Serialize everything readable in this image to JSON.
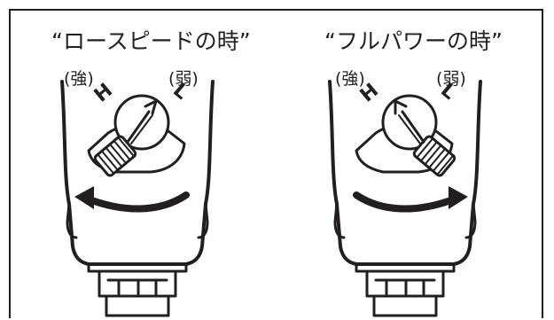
{
  "panels": [
    {
      "title": "“ロースピードの時”",
      "strong_label": "(強)",
      "weak_label": "(弱)",
      "h_mark": "H",
      "l_mark": "L"
    },
    {
      "title": "“フルパワーの時”",
      "strong_label": "(強)",
      "weak_label": "(弱)",
      "h_mark": "H",
      "l_mark": "L"
    }
  ],
  "colors": {
    "line": "#231f20",
    "background": "#ffffff"
  },
  "icons": {
    "arrow": "curved-arrow-icon",
    "dial": "valve-dial-icon"
  }
}
